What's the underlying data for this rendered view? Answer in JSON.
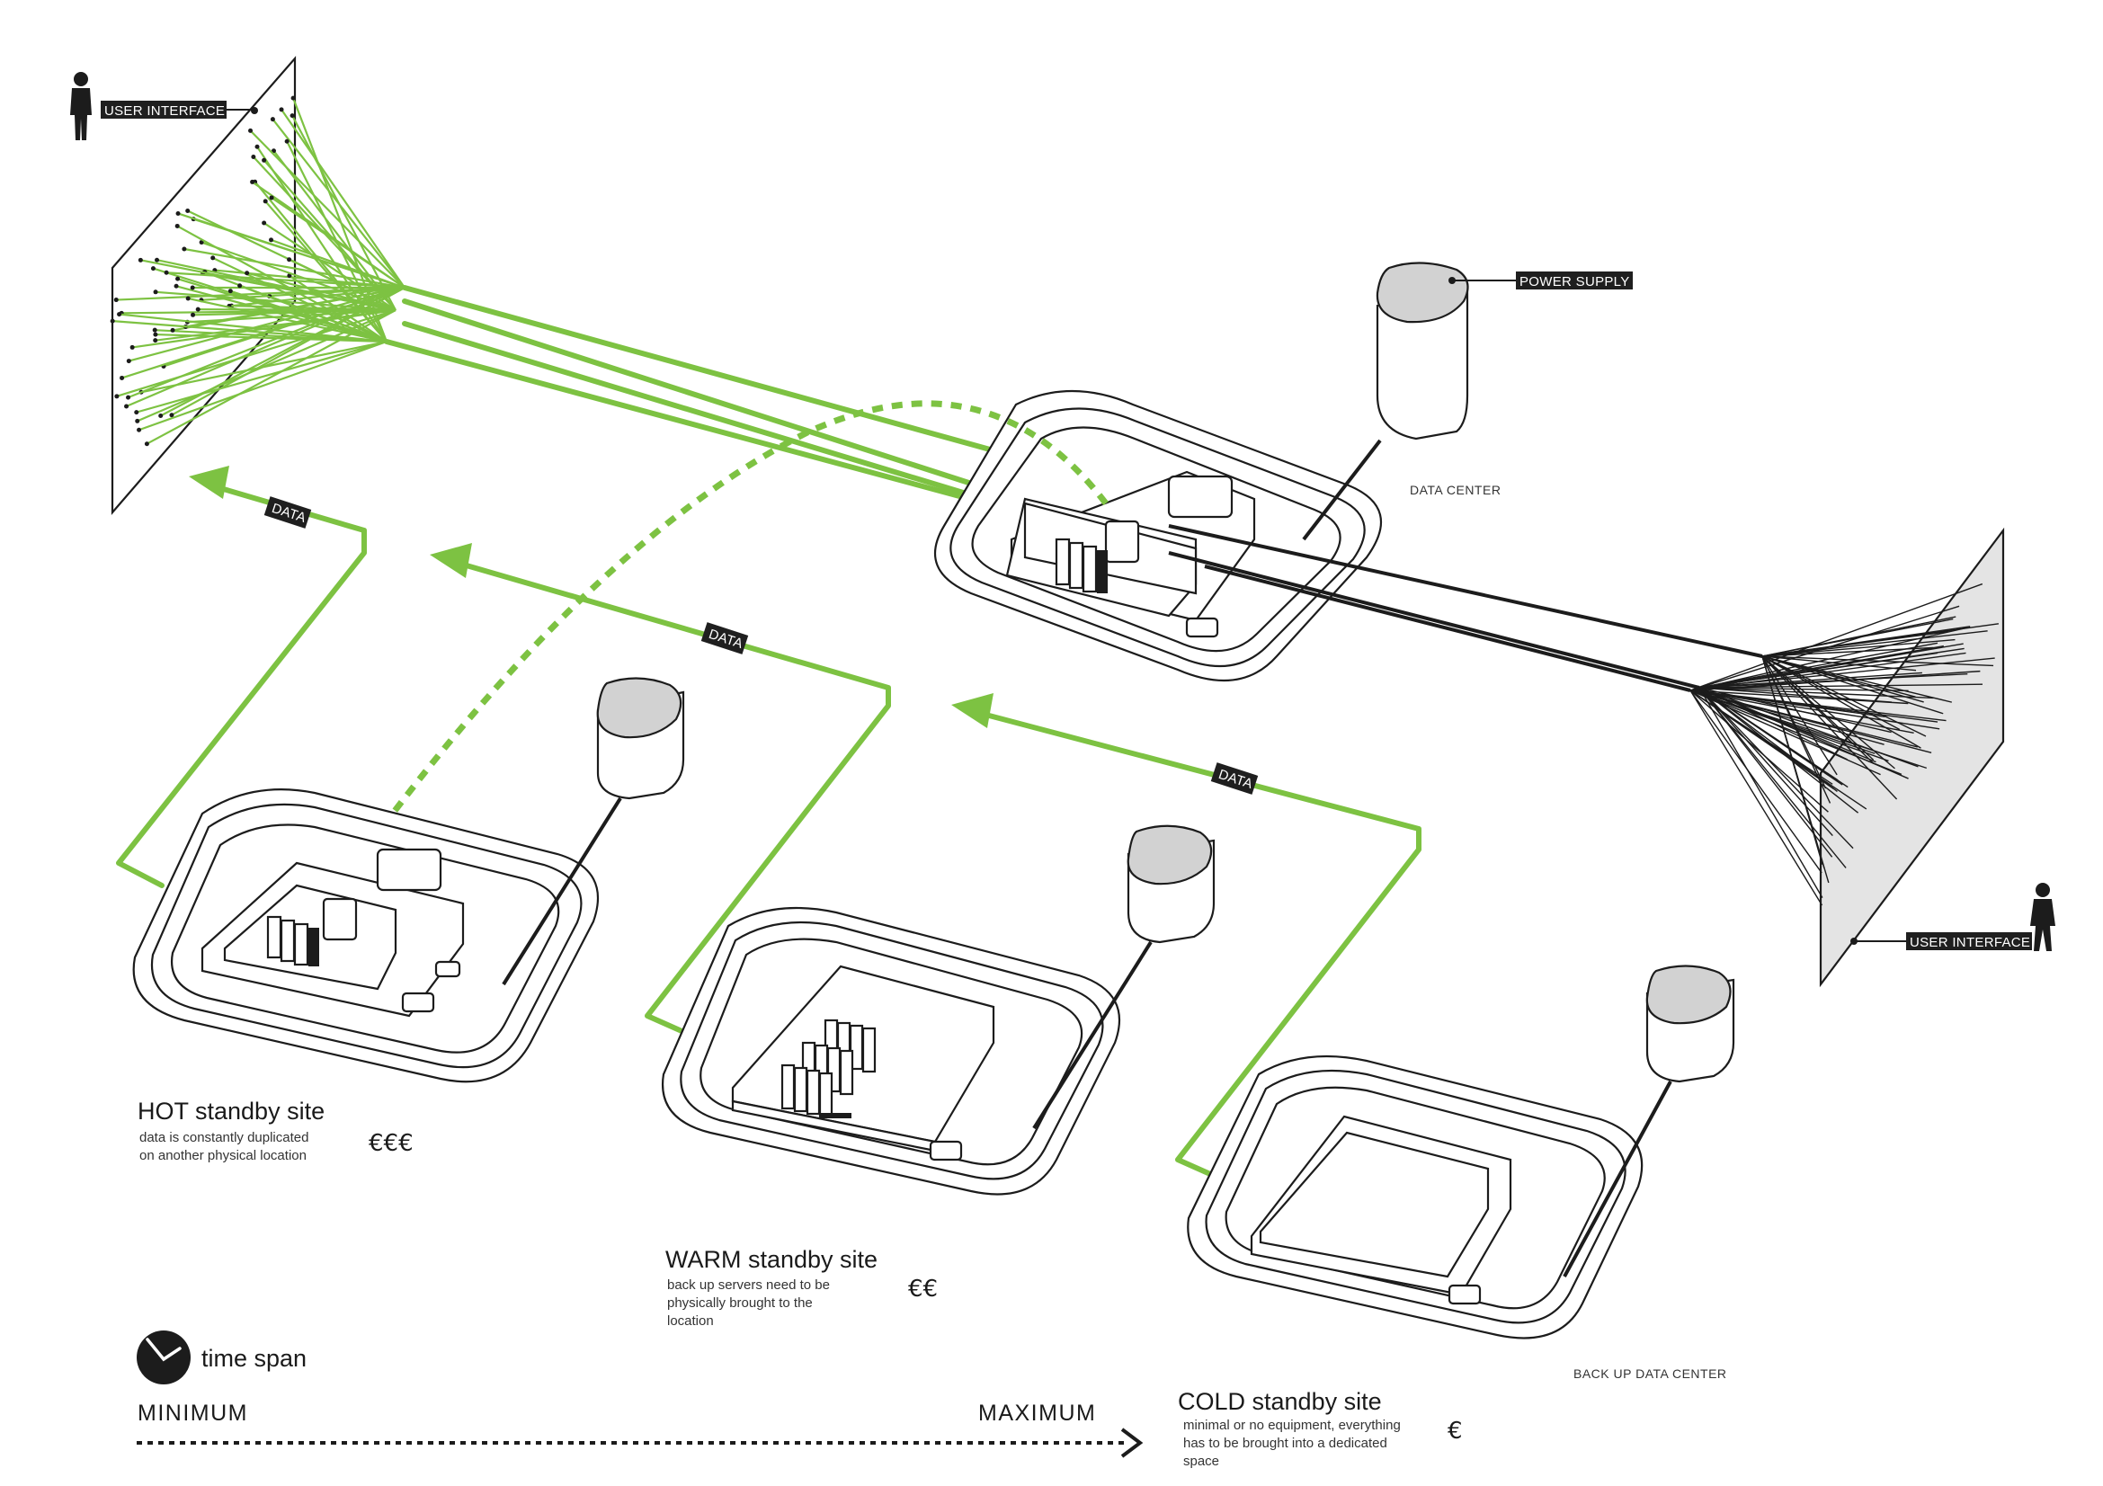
{
  "labels": {
    "user_interface_left": "USER INTERFACE",
    "user_interface_right": "USER INTERFACE",
    "power_supply": "POWER SUPPLY",
    "data_center": "DATA CENTER",
    "backup_data_center": "BACK UP DATA CENTER",
    "data_1": "DATA",
    "data_2": "DATA",
    "data_3": "DATA"
  },
  "sites": {
    "hot": {
      "title": "HOT standby site",
      "desc_line1": "data is constantly duplicated",
      "desc_line2": "on another physical location",
      "cost": "€€€"
    },
    "warm": {
      "title": "WARM standby site",
      "desc_line1": "back up servers need to be",
      "desc_line2": "physically brought to the",
      "desc_line3": "location",
      "cost": "€€"
    },
    "cold": {
      "title": "COLD standby site",
      "desc_line1": "minimal or no equipment, everything",
      "desc_line2": "has to be brought into a dedicated",
      "desc_line3": "space",
      "cost": "€"
    }
  },
  "timescale": {
    "label": "time span",
    "min": "MINIMUM",
    "max": "MAXIMUM"
  },
  "colors": {
    "accent_green": "#7dc242",
    "line_dark": "#1c1c1c",
    "tag_background": "#1f1f1f",
    "panel_grey": "#e4e4e4"
  },
  "icons": [
    "person-icon",
    "clock-icon",
    "power-supply-icon",
    "server-rack-icon"
  ]
}
